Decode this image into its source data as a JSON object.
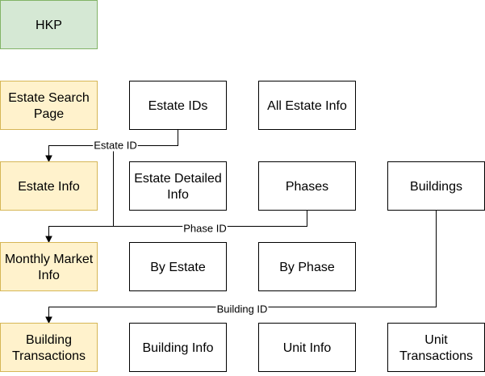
{
  "nodes": {
    "hkp": {
      "lines": [
        "HKP"
      ],
      "style": "green"
    },
    "estate_search_page": {
      "lines": [
        "Estate Search",
        "Page"
      ],
      "style": "yellow"
    },
    "estate_ids": {
      "lines": [
        "Estate IDs"
      ],
      "style": "white"
    },
    "all_estate_info": {
      "lines": [
        "All Estate Info"
      ],
      "style": "white"
    },
    "estate_info": {
      "lines": [
        "Estate Info"
      ],
      "style": "yellow"
    },
    "estate_detailed_info": {
      "lines": [
        "Estate Detailed",
        "Info"
      ],
      "style": "white"
    },
    "phases": {
      "lines": [
        "Phases"
      ],
      "style": "white"
    },
    "buildings": {
      "lines": [
        "Buildings"
      ],
      "style": "white"
    },
    "monthly_market_info": {
      "lines": [
        "Monthly Market",
        "Info"
      ],
      "style": "yellow"
    },
    "by_estate": {
      "lines": [
        "By Estate"
      ],
      "style": "white"
    },
    "by_phase": {
      "lines": [
        "By Phase"
      ],
      "style": "white"
    },
    "building_transactions": {
      "lines": [
        "Building",
        "Transactions"
      ],
      "style": "yellow"
    },
    "building_info": {
      "lines": [
        "Building Info"
      ],
      "style": "white"
    },
    "unit_info": {
      "lines": [
        "Unit Info"
      ],
      "style": "white"
    },
    "unit_transactions": {
      "lines": [
        "Unit",
        "Transactions"
      ],
      "style": "white"
    }
  },
  "edges": [
    {
      "id": "estate_id",
      "from": "estate_ids",
      "to": "estate_info",
      "label": "Estate ID"
    },
    {
      "id": "phase_id",
      "from": "phases",
      "to": "monthly_market_info",
      "label": "Phase ID"
    },
    {
      "id": "building_id",
      "from": "buildings",
      "to": "building_transactions",
      "label": "Building ID"
    },
    {
      "id": "estate_to_monthly",
      "from": "estate_info",
      "to": "monthly_market_info",
      "label": ""
    }
  ],
  "colors": {
    "green_fill": "#d5e8d4",
    "green_stroke": "#82b366",
    "yellow_fill": "#fff2cc",
    "yellow_stroke": "#d6b656",
    "white_fill": "#ffffff",
    "white_stroke": "#000000",
    "edge": "#000000"
  }
}
